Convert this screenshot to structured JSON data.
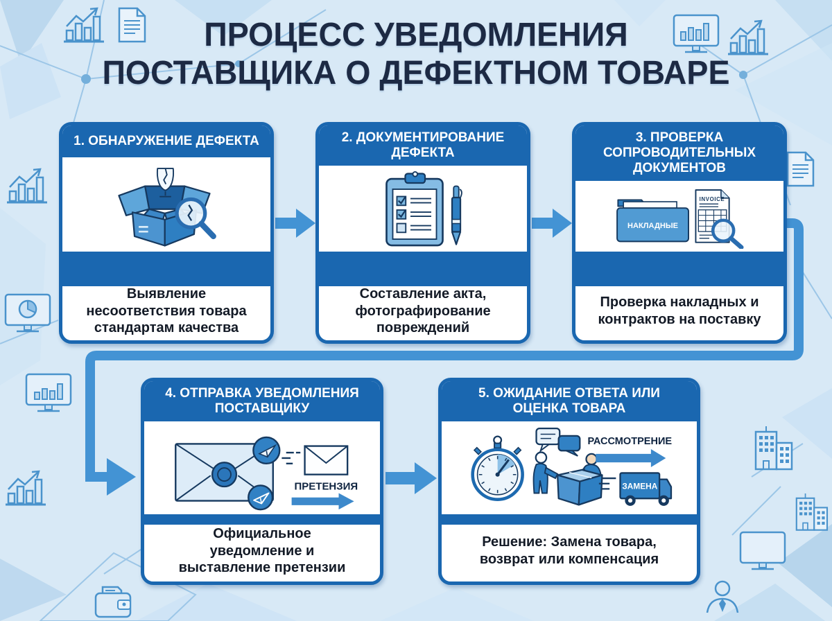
{
  "title": {
    "line1": "ПРОЦЕСС УВЕДОМЛЕНИЯ",
    "line2": "ПОСТАВЩИКА О ДЕФЕКТНОМ ТОВАРЕ"
  },
  "steps": [
    {
      "header": "1. ОБНАРУЖЕНИЕ ДЕФЕКТА",
      "description": "Выявление несоответствия товара стандартам качества",
      "icon": "broken-box-magnifier-icon"
    },
    {
      "header": "2. ДОКУМЕНТИРОВАНИЕ ДЕФЕКТА",
      "description": "Составление акта, фотографирование повреждений",
      "icon": "clipboard-checklist-pen-icon"
    },
    {
      "header": "3. ПРОВЕРКА СОПРОВОДИТЕЛЬНЫХ ДОКУМЕНТОВ",
      "description": "Проверка накладных и контрактов на поставку",
      "icon": "folder-invoice-magnifier-icon",
      "folder_label": "НАКЛАДНЫЕ",
      "invoice_label": "INVOICE"
    },
    {
      "header": "4. ОТПРАВКА УВЕДОМЛЕНИЯ ПОСТАВЩИКУ",
      "description": "Официальное уведомление и выставление претензии",
      "icon": "sealed-envelope-send-icon",
      "claim_label": "ПРЕТЕНЗИЯ"
    },
    {
      "header": "5. ОЖИДАНИЕ ОТВЕТА ИЛИ ОЦЕНКА ТОВАРА",
      "description": "Решение: Замена товара, возврат или компенсация",
      "icon": "stopwatch-discussion-delivery-icon",
      "review_label": "РАССМОТРЕНИЕ",
      "replacement_label": "ЗАМЕНА"
    }
  ],
  "colors": {
    "background": "#d8e9f6",
    "card_blue": "#1a67b0",
    "arrow_blue": "#4393d4",
    "title_navy": "#1d2a44",
    "icon_stroke": "#16395f"
  },
  "decor_icons": [
    "bar-chart-icon",
    "document-icon",
    "monitor-chart-icon",
    "monitor-pie-icon",
    "buildings-icon",
    "wallet-icon",
    "person-icon",
    "network-nodes"
  ]
}
